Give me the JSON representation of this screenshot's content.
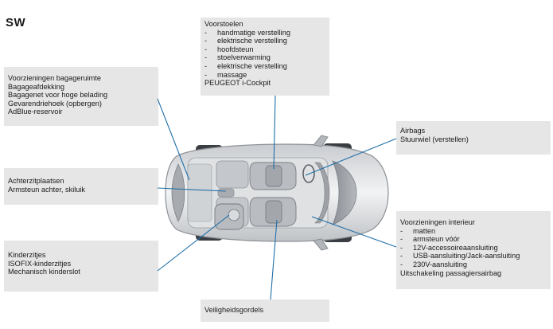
{
  "title": "SW",
  "callouts": {
    "voorstoelen": {
      "heading": "Voorstoelen",
      "items": [
        "handmatige verstelling",
        "elektrische verstelling",
        "hoofdsteun",
        "stoelverwarming",
        "elektrische verstelling",
        "massage"
      ],
      "footer": "PEUGEOT i-Cockpit"
    },
    "bagageruimte": {
      "lines": [
        "Voorzieningen bagageruimte",
        "Bagageafdekking",
        "Bagagenet voor hoge belading",
        "Gevarendriehoek (opbergen)",
        "AdBlue-reservoir"
      ]
    },
    "airbags": {
      "lines": [
        "Airbags",
        "Stuurwiel (verstellen)"
      ]
    },
    "achterzit": {
      "lines": [
        "Achterzitplaatsen",
        "Armsteun achter, skiluik"
      ]
    },
    "interieur": {
      "heading": "Voorzieningen interieur",
      "items": [
        "matten",
        "armsteun vóór",
        "12V-accessoireaansluiting",
        "USB-aansluiting/Jack-aansluiting",
        "230V-aansluiting"
      ],
      "footer": "Uitschakeling passagiersairbag"
    },
    "kinderzitjes": {
      "lines": [
        "Kinderzitjes",
        "ISOFIX-kinderzitjes",
        "Mechanisch kinderslot"
      ]
    },
    "gordels": {
      "lines": [
        "Veiligheidsgordels"
      ]
    }
  },
  "colors": {
    "callout_bg": "#e6e6e6",
    "leader_line": "#1f6fa8"
  }
}
